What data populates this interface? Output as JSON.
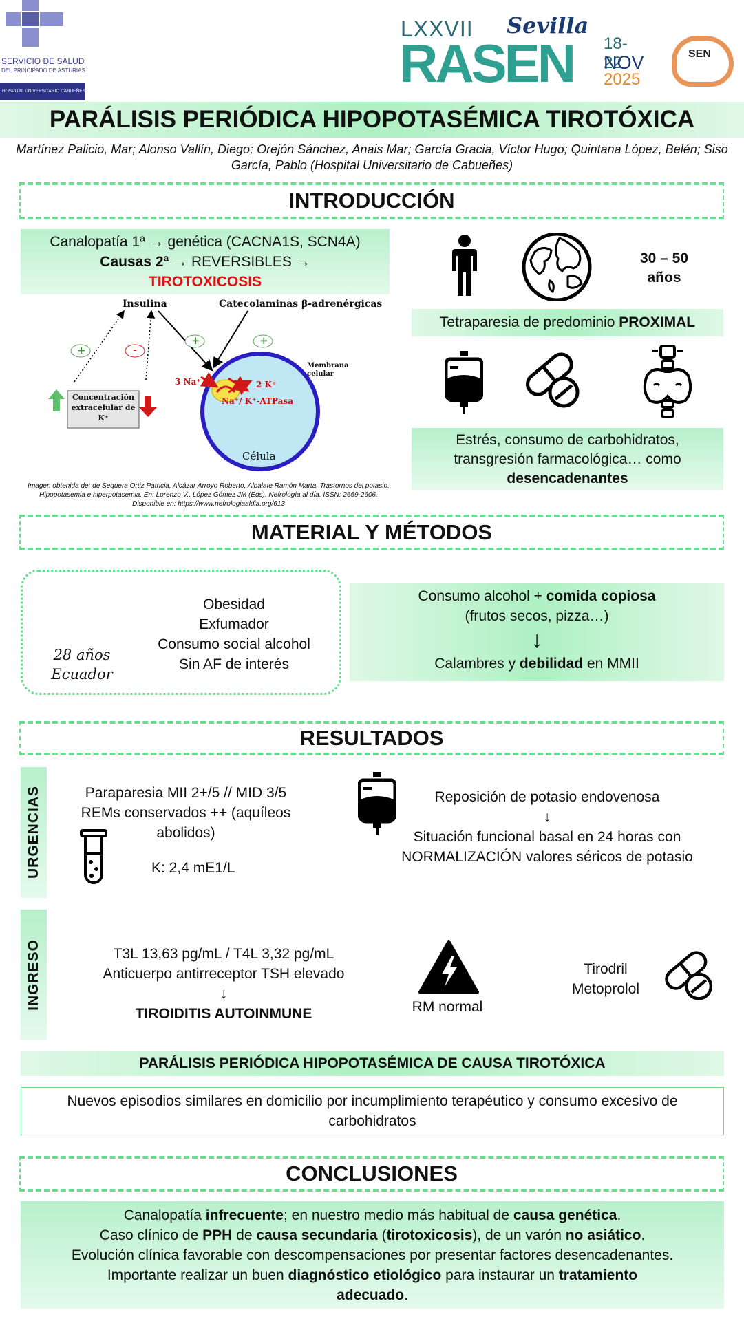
{
  "header": {
    "org_line1": "SERVICIO DE SALUD",
    "org_line2": "DEL PRINCIPADO DE ASTURIAS",
    "org_line3": "HOSPITAL UNIVERSITARIO CABUEÑES",
    "congress_number": "LXXVII",
    "congress_name": "RASEN",
    "congress_city": "Sevilla",
    "date_days": "18-22",
    "date_month": "NOV",
    "date_year": "2025",
    "sen_logo": "SEN"
  },
  "title": "PARÁLISIS PERIÓDICA HIPOPOTASÉMICA TIROTÓXICA",
  "authors": "Martínez Palicio, Mar; Alonso Vallín, Diego; Orejón Sánchez, Anais Mar; García Gracia, Víctor Hugo; Quintana López, Belén; Siso García, Pablo (Hospital Universitario de Cabueñes)",
  "intro": {
    "heading": "INTRODUCCIÓN",
    "box_line1": "Canalopatía 1ª → genética (CACNA1S, SCN4A)",
    "box_line2_bold": "Causas 2ª",
    "box_line2_rest": " → REVERSIBLES →",
    "box_line3": "TIROTOXICOSIS",
    "diagram": {
      "insulina": "Insulina",
      "catecolaminas": "Catecolaminas β-adrenérgicas",
      "membrana": "Membrana celular",
      "na": "3 Na⁺",
      "k": "2 K⁺",
      "pump": "Na⁺/ K⁺-ATPasa",
      "cell": "Célula",
      "conc": "Concentración extracelular de K⁺",
      "plus": "+",
      "minus": "-"
    },
    "caption": "Imagen obtenida de: de Sequera Ortiz Patricia, Alcázar Arroyo Roberto, Albalate Ramón Marta, Trastornos del potasio. Hipopotasemia e hiperpotasemia. En: Lorenzo V., López Gómez JM (Eds). Nefrología al día. ISSN: 2659-2606. Disponible en: https://www.nefrologiaaldia.org/613",
    "age_range": "30 – 50",
    "age_unit": "años",
    "tetra_text": "Tetraparesia de predominio ",
    "tetra_bold": "PROXIMAL",
    "triggers_line1": "Estrés, consumo de carbohidratos,",
    "triggers_line2": "transgresión farmacológica… como",
    "triggers_bold": "desencadenantes"
  },
  "methods": {
    "heading": "MATERIAL Y MÉTODOS",
    "age": "28 años",
    "country": "Ecuador",
    "history": [
      "Obesidad",
      "Exfumador",
      "Consumo social alcohol",
      "Sin AF de interés"
    ],
    "case_line1_a": "Consumo alcohol + ",
    "case_line1_b": "comida copiosa",
    "case_line2": "(frutos secos, pizza…)",
    "arrow": "↓",
    "case_line3_a": "Calambres y ",
    "case_line3_b": "debilidad",
    "case_line3_c": " en MMII"
  },
  "results": {
    "heading": "RESULTADOS",
    "urgencias_label": "URGENCIAS",
    "urg_line1": "Paraparesia MII 2+/5 // MID 3/5",
    "urg_line2": "REMs conservados ++ (aquíleos",
    "urg_line3": "abolidos)",
    "potassium": "K: 2,4 mE1/L",
    "repos": "Reposición de potasio endovenosa",
    "arrow": "↓",
    "basal_line1": "Situación funcional basal en 24 horas con",
    "basal_line2": "NORMALIZACIÓN valores séricos de potasio",
    "ingreso_label": "INGRESO",
    "ing_line1": "T3L 13,63 pg/mL /  T4L 3,32 pg/mL",
    "ing_line2": "Anticuerpo antirreceptor TSH elevado",
    "ing_arrow": "↓",
    "ing_line3": "TIROIDITIS AUTOINMUNE",
    "rm": "RM normal",
    "drug1": "Tirodril",
    "drug2": "Metoprolol",
    "diagnosis": "PARÁLISIS PERIÓDICA HIPOPOTASÉMICA DE CAUSA TIROTÓXICA",
    "followup": "Nuevos episodios similares en domicilio por incumplimiento terapéutico y consumo excesivo de carbohidratos"
  },
  "conclusions": {
    "heading": "CONCLUSIONES",
    "l1a": "Canalopatía ",
    "l1b": "infrecuente",
    "l1c": "; en nuestro medio más habitual de ",
    "l1d": "causa genética",
    "l1e": ".",
    "l2a": "Caso clínico de ",
    "l2b": "PPH",
    "l2c": " de ",
    "l2d": "causa secundaria",
    "l2e": " (",
    "l2f": "tirotoxicosis",
    "l2g": "), de un varón ",
    "l2h": "no asiático",
    "l2i": ".",
    "l3": "Evolución clínica favorable con descompensaciones por presentar factores desencadenantes.",
    "l4a": "Importante realizar un buen ",
    "l4b": "diagnóstico etiológico",
    "l4c": " para instaurar un ",
    "l4d": "tratamiento",
    "l4e": "adecuado",
    "l4f": "."
  },
  "colors": {
    "accent_green": "#66dd8f",
    "red": "#e01010",
    "blue_logo": "#5b5fa8",
    "teal": "#1f8f8f"
  }
}
